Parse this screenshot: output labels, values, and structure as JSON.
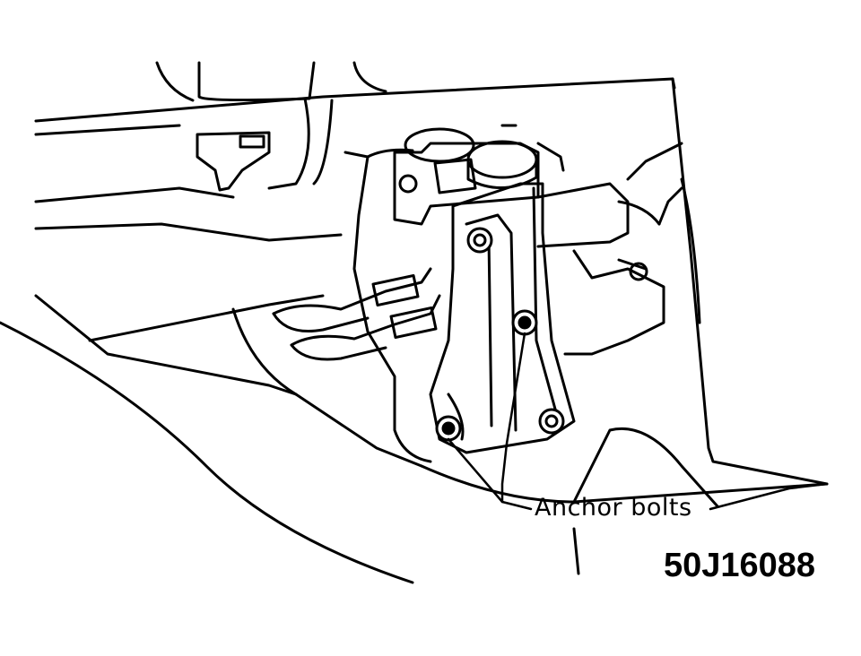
{
  "diagram": {
    "callout_label": "Anchor bolts",
    "figure_id": "50J16088",
    "line_color": "#000000",
    "background_color": "#ffffff",
    "parts": [
      {
        "name": "abs-hydraulic-unit",
        "kind": "component"
      },
      {
        "name": "mounting-bracket",
        "kind": "component"
      },
      {
        "name": "brake-fluid-reservoir",
        "kind": "component"
      },
      {
        "name": "pump-motor",
        "kind": "component"
      },
      {
        "name": "brake-lines",
        "kind": "component"
      },
      {
        "name": "anchor-bolt",
        "count": 4
      },
      {
        "name": "fender-apron",
        "kind": "body"
      },
      {
        "name": "engine-compartment-floor",
        "kind": "body"
      }
    ]
  }
}
